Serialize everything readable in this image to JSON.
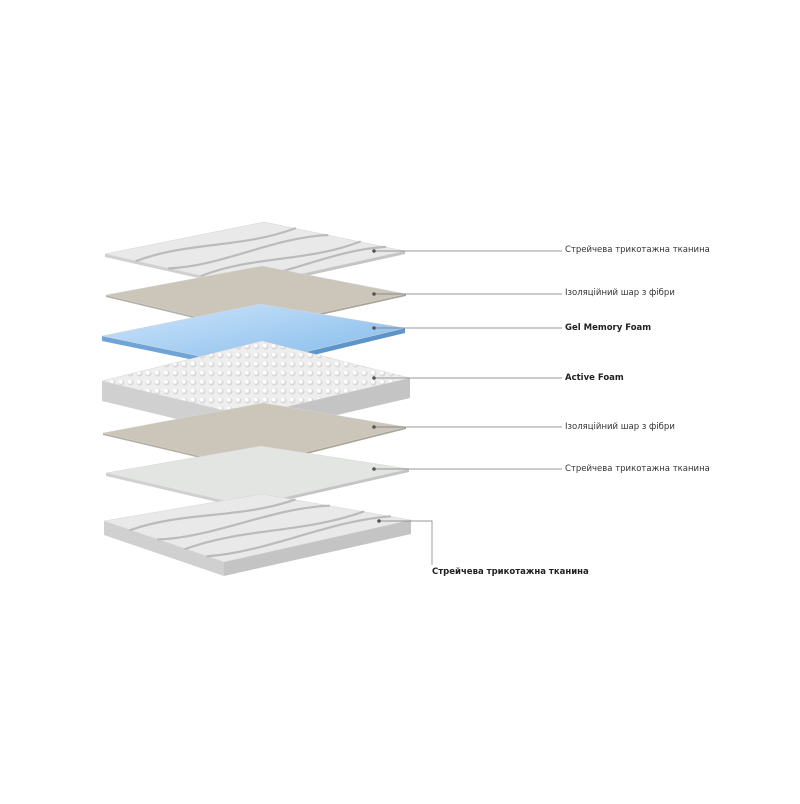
{
  "colors": {
    "fabric": "#e9e9e9",
    "fabric_pattern": "#b4b4b4",
    "fiber": "#cbc6b9",
    "gel": "#9ccbf1",
    "foam": "#f2f2f2",
    "stretch": "#e3e5e3",
    "leader": "#777777"
  },
  "layers": [
    {
      "id": "top-fabric",
      "material": "fabric",
      "label": "Стрейчева трикотажна тканина",
      "bold": false
    },
    {
      "id": "fiber-1",
      "material": "fiber",
      "label": "Ізоляційний шар з фібри",
      "bold": false
    },
    {
      "id": "gel",
      "material": "gel",
      "label": "Gel Memory Foam",
      "bold": true
    },
    {
      "id": "active",
      "material": "foam",
      "label": "Active Foam",
      "bold": true
    },
    {
      "id": "fiber-2",
      "material": "fiber",
      "label": "Ізоляційний шар з фібри",
      "bold": false
    },
    {
      "id": "stretch",
      "material": "stretch",
      "label": "Стрейчева трикотажна тканина",
      "bold": false
    },
    {
      "id": "bottom-fabric",
      "material": "fabric",
      "label": "Стрейчева трикотажна тканина",
      "bold": true
    }
  ]
}
